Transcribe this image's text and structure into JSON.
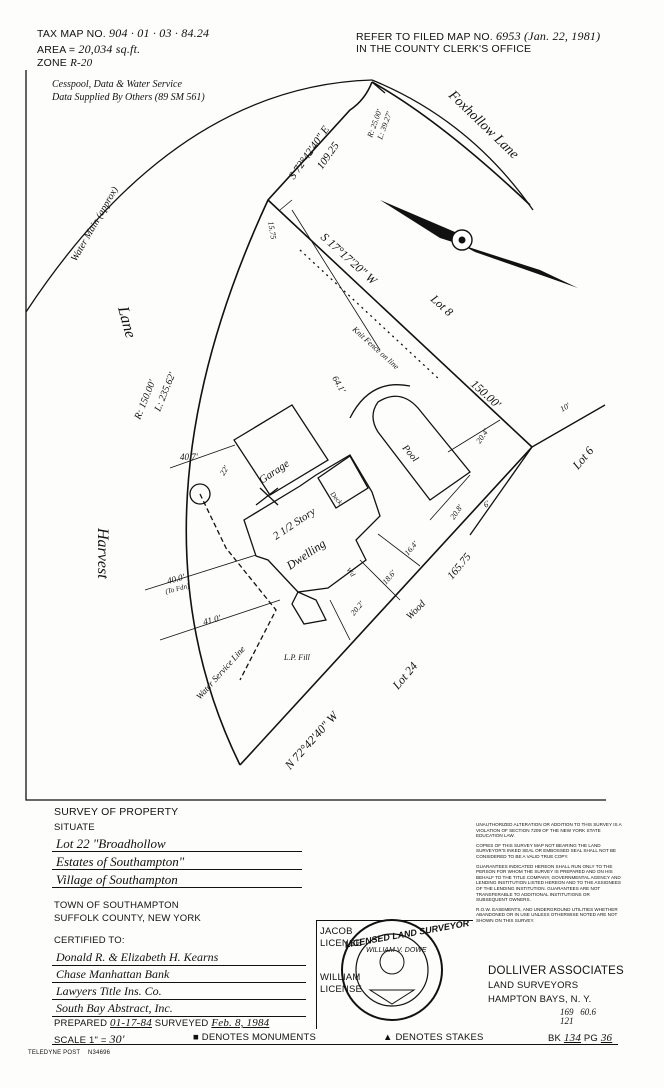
{
  "header": {
    "tax_map_label": "TAX MAP NO.",
    "tax_map_value": "904 · 01 · 03 · 84.24",
    "area_label": "AREA =",
    "area_value": "20,034 sq.ft.",
    "zone_label": "ZONE",
    "zone_value": "R-20",
    "refer_label": "REFER TO FILED MAP NO.",
    "refer_value": "6953 (Jan. 22, 1981)",
    "clerk_line": "IN THE COUNTY CLERK'S OFFICE",
    "note_1": "Cesspool, Data & Water Service",
    "note_2": "Data Supplied By Others (89 SM 561)"
  },
  "plan": {
    "road_north": "Foxhollow Lane",
    "road_west_1": "Harvest",
    "road_west_2": "Lane",
    "water_main": "Water Main (approx)",
    "radius_label": "R: 150.00'",
    "arc_label": "L: 235.62'",
    "course_top": "S 72°42'40\" E",
    "dist_top": "109.25",
    "small_radius": "R: 25.00'",
    "small_arc": "L: 39.27'",
    "course_east": "S 17°17'20\" W",
    "fence_note": "Knit Fence on line",
    "dist_east": "150.00'",
    "lot_8": "Lot 8",
    "lot_6": "Lot 6",
    "lot_24": "Lot 24",
    "course_south": "N 72°42'40\" W",
    "dist_south": "165.75",
    "wood_label": "Wood",
    "garage_label": "Garage",
    "dwelling_label_1": "2 1/2 Story",
    "dwelling_label_2": "Dwelling",
    "pool_label": "Pool",
    "deck_label": "Deck",
    "wood_deck": "Wd",
    "water_line": "Water Service Line",
    "lp_fill": "L.P. Fill",
    "dist_15_75": "15.75",
    "dist_64": "64.1'",
    "dist_40_7": "40.7'",
    "dist_40_0": "40.0'",
    "to_fdn": "(To Fdn)",
    "dist_41_0": "41.0'",
    "dist_22": "22'",
    "dist_20_4": "20.4'",
    "dist_20_8": "20.8'",
    "dist_16_4": "16.4'",
    "dist_18_6": "18.6'",
    "dist_20_2": "20.2'",
    "dist_10": "10'",
    "dist_6": "6'"
  },
  "title_block": {
    "survey_title": "SURVEY OF PROPERTY",
    "situate": "SITUATE",
    "line_1": "Lot 22    \"Broadhollow",
    "line_2": "Estates of Southampton\"",
    "line_3": "Village of Southampton",
    "town": "TOWN OF SOUTHAMPTON",
    "county": "SUFFOLK COUNTY, NEW YORK",
    "certified_to": "CERTIFIED TO:",
    "cert_1": "Donald R. & Elizabeth H. Kearns",
    "cert_2": "Chase Manhattan Bank",
    "cert_3": "Lawyers Title Ins. Co.",
    "cert_4": "South Bay Abstract, Inc.",
    "prepared_label": "PREPARED",
    "prepared_value": "01-17-84",
    "surveyed_label": "SURVEYED",
    "surveyed_value": "Feb. 8, 1984",
    "scale_label": "SCALE 1\" =",
    "scale_value": "30'",
    "monuments": "■ DENOTES MONUMENTS",
    "stakes": "▲ DENOTES STAKES",
    "bk_label": "BK",
    "bk_value": "134",
    "pg_label": "PG",
    "pg_value": "36",
    "jacob_1": "JACOB",
    "jacob_2": "LICENSE",
    "william_1": "WILLIAM",
    "william_2": "LICENSE",
    "firm_name": "DOLLIVER ASSOCIATES",
    "firm_type": "LAND SURVEYORS",
    "firm_place": "HAMPTON BAYS, N. Y.",
    "seal_text": "LICENSED LAND SURVEYOR",
    "seal_name": "WILLIAM V. DOWE",
    "margin_note": "169   60.6\n121",
    "footer_left": "TELEDYNE POST",
    "footer_num": "N34696",
    "fine_1": "Unauthorized alteration or addition to this survey is a violation of section 7209 of the New York State Education Law.",
    "fine_2": "Copies of this survey map not bearing the land surveyor's inked seal or embossed seal shall not be considered to be a valid true copy.",
    "fine_3": "Guarantees indicated hereon shall run only to the person for whom the survey is prepared and on his behalf to the title company, governmental agency and lending institution listed hereon and to the assignees of the lending institution. Guarantees are not transferable to additional institutions or subsequent owners.",
    "fine_4": "R.O.W. easements, and underground utilities whether abandoned or in use unless otherwise noted are not shown on this survey."
  }
}
